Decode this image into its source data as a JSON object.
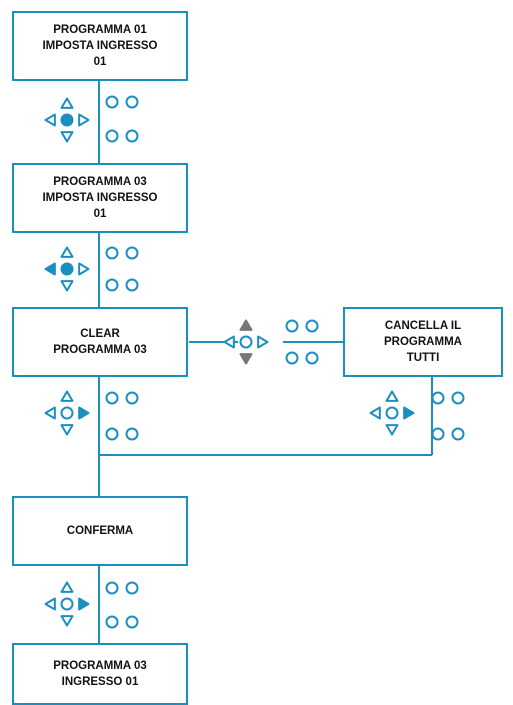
{
  "colors": {
    "stroke": "#1a8fc0",
    "fill_active": "#1a8fc0",
    "fill_grey": "#777777",
    "text": "#111111",
    "background": "#ffffff"
  },
  "boxes": {
    "prog01": "PROGRAMMA 01\nIMPOSTA INGRESSO\n01",
    "prog03": "PROGRAMMA 03\nIMPOSTA INGRESSO\n01",
    "clear": "CLEAR\nPROGRAMMA 03",
    "cancella": "CANCELLA IL\nPROGRAMMA\nTUTTI",
    "conferma": "CONFERMA",
    "final": "PROGRAMMA 03\nINGRESSO 01"
  },
  "keypads": [
    {
      "id": "center",
      "active": [
        "center"
      ],
      "grey": []
    },
    {
      "id": "left",
      "active": [
        "left",
        "center"
      ],
      "grey": []
    },
    {
      "id": "right",
      "active": [
        "right"
      ],
      "grey": []
    },
    {
      "id": "right",
      "active": [
        "right"
      ],
      "grey": []
    },
    {
      "id": "right",
      "active": [
        "right"
      ],
      "grey": []
    },
    {
      "id": "up-down",
      "active": [],
      "grey": [
        "up",
        "down"
      ]
    }
  ],
  "icons": [
    "nav-pad-icon",
    "indicator-lights-icon"
  ]
}
